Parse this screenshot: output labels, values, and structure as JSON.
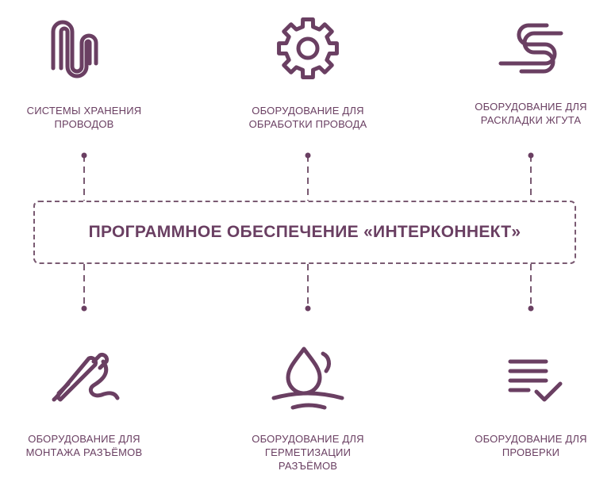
{
  "center": {
    "title": "ПРОГРАММНОЕ ОБЕСПЕЧЕНИЕ «ИНТЕРКОННЕКТ»"
  },
  "colors": {
    "accent": "#6a3f62",
    "dashed": "#7a5a72"
  },
  "items": [
    {
      "icon": "wire-storage-icon",
      "lines": [
        "СИСТЕМЫ ХРАНЕНИЯ",
        "ПРОВОДОВ"
      ]
    },
    {
      "icon": "gear-icon",
      "lines": [
        "ОБОРУДОВАНИЕ ДЛЯ",
        "ОБРАБОТКИ ПРОВОДА"
      ]
    },
    {
      "icon": "harness-layout-icon",
      "lines": [
        "ОБОРУДОВАНИЕ ДЛЯ",
        "РАСКЛАДКИ ЖГУТА"
      ]
    },
    {
      "icon": "connector-mounting-icon",
      "lines": [
        "ОБОРУДОВАНИЕ ДЛЯ",
        "МОНТАЖА РАЗЪЁМОВ"
      ]
    },
    {
      "icon": "sealing-drop-icon",
      "lines": [
        "ОБОРУДОВАНИЕ ДЛЯ",
        "ГЕРМЕТИЗАЦИИ",
        "РАЗЪЁМОВ"
      ]
    },
    {
      "icon": "checklist-icon",
      "lines": [
        "ОБОРУДОВАНИЕ ДЛЯ",
        "ПРОВЕРКИ"
      ]
    }
  ]
}
